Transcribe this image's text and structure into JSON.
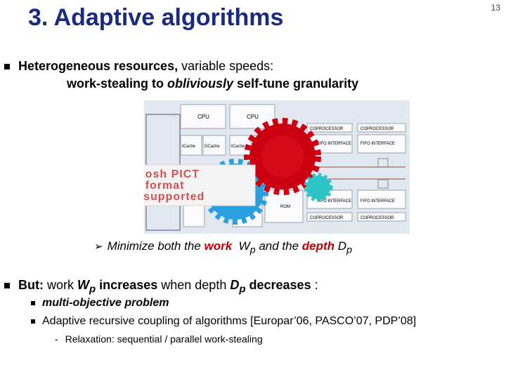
{
  "slide": {
    "title": "3. Adaptive algorithms",
    "page_number": "13"
  },
  "bullet1": {
    "bold": "Heterogeneous resources,",
    "rest": " variable speeds:",
    "line2_pre": "work-stealing to ",
    "line2_italic": "obliviously",
    "line2_post": " self-tune granularity"
  },
  "figure": {
    "cpu1": "CPU",
    "cpu2": "CPU",
    "icache": "ICache",
    "dcache": "DCache",
    "icache2": "ICache",
    "d2": "D",
    "coproc_a": "COPROCESSOR",
    "coproc_b": "COPROCESSOR",
    "fifo_a": "FIFO INTERFACE",
    "fifo_b": "FIFO INTERFACE",
    "fifo_c": "FIFO INTERFACE",
    "fifo_d": "FIFO INTERFACE",
    "rom": "ROM",
    "coproc_c": "COPROCESSOR",
    "coproc_d": "COPROCESSOR",
    "pict_line1": "Macintosh PICT",
    "pict_line2": "image format",
    "pict_line3": "is not supported"
  },
  "sub_arrow": {
    "pre": "Minimize both the ",
    "work": "work",
    "w": "W",
    "p1": "p",
    "mid": " and  the ",
    "depth": "depth",
    "d": "D",
    "p2": "p"
  },
  "bullet2": {
    "but": "But:",
    "work_txt": " work ",
    "w": "W",
    "p1": "p",
    "inc": " increases",
    "when": " when depth ",
    "d": "D",
    "p2": "p",
    "dec": " decreases",
    "colon": " :"
  },
  "sub1": "multi-objective problem",
  "sub2": "Adaptive recursive coupling of algorithms  [Europar’06, PASCO’07, PDP’08]",
  "subsub_dash": "-",
  "subsub": "Relaxation:  sequential / parallel work-stealing"
}
